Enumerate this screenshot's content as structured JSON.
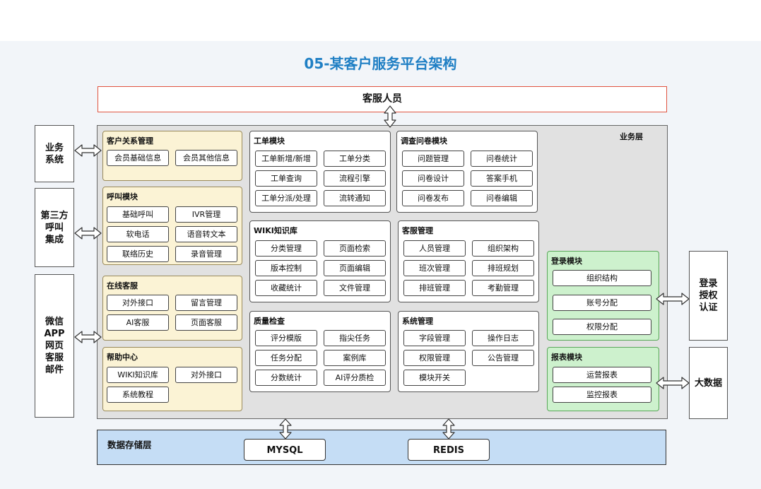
{
  "title": "05-某客户服务平台架构",
  "staff": "客服人员",
  "business_layer": "业务层",
  "data_layer": {
    "label": "数据存储层",
    "dbs": [
      "MYSQL",
      "REDIS"
    ]
  },
  "left_systems": [
    {
      "lines": [
        "业务",
        "系统"
      ]
    },
    {
      "lines": [
        "第三方",
        "呼叫",
        "集成"
      ]
    },
    {
      "lines": [
        "微信",
        "APP",
        "网页",
        "客服",
        "邮件"
      ]
    }
  ],
  "right_systems": [
    {
      "lines": [
        "登录",
        "授权",
        "认证"
      ]
    },
    {
      "lines": [
        "大数据"
      ]
    }
  ],
  "modules": {
    "crm": {
      "title": "客户关系管理",
      "items": [
        "会员基础信息",
        "会员其他信息"
      ]
    },
    "call": {
      "title": "呼叫模块",
      "items": [
        "基础呼叫",
        "IVR管理",
        "软电话",
        "语音转文本",
        "联络历史",
        "录音管理"
      ]
    },
    "online": {
      "title": "在线客服",
      "items": [
        "对外接口",
        "留言管理",
        "AI客服",
        "页面客服"
      ]
    },
    "help": {
      "title": "帮助中心",
      "items": [
        "WIKI知识库",
        "对外接口",
        "系统教程"
      ]
    },
    "ticket": {
      "title": "工单模块",
      "items": [
        "工单新增/新增",
        "工单分类",
        "工单查询",
        "流程引擎",
        "工单分派/处理",
        "流转通知"
      ]
    },
    "survey": {
      "title": "调查问卷模块",
      "items": [
        "问题管理",
        "问卷统计",
        "问卷设计",
        "答案手机",
        "问卷发布",
        "问卷编辑"
      ]
    },
    "wiki": {
      "title": "WIKI知识库",
      "items": [
        "分类管理",
        "页面检索",
        "版本控制",
        "页面编辑",
        "收藏统计",
        "文件管理"
      ]
    },
    "agent": {
      "title": "客服管理",
      "items": [
        "人员管理",
        "组织架构",
        "班次管理",
        "排班规划",
        "排班管理",
        "考勤管理"
      ]
    },
    "qa": {
      "title": "质量检查",
      "items": [
        "评分模版",
        "指尖任务",
        "任务分配",
        "案例库",
        "分数统计",
        "AI评分质检"
      ]
    },
    "sys": {
      "title": "系统管理",
      "items": [
        "字段管理",
        "操作日志",
        "权限管理",
        "公告管理",
        "模块开关"
      ]
    },
    "login": {
      "title": "登录模块",
      "items": [
        "组织结构",
        "账号分配",
        "权限分配"
      ]
    },
    "report": {
      "title": "报表模块",
      "items": [
        "运营报表",
        "监控报表"
      ]
    }
  }
}
